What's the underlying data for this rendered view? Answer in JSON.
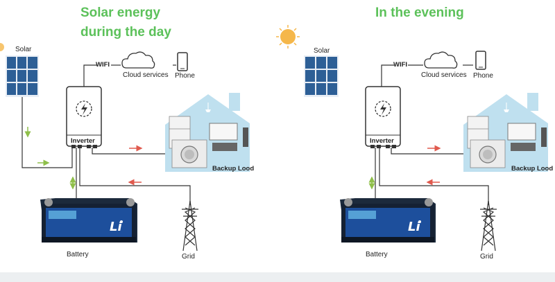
{
  "colors": {
    "title_green": "#5cc15a",
    "solar_blue": "#2d5f96",
    "house_blue": "#bfe0ef",
    "arrow_red": "#e05a4e",
    "arrow_green": "#8fbf4a",
    "wire": "#333333",
    "sun": "#f5b74a"
  },
  "panels": [
    {
      "title_line1": "Solar energy",
      "title_line2": "during the day",
      "solar_label": "Solar",
      "wifi_label": "WIFI",
      "cloud_label": "Cloud services",
      "phone_label": "Phone",
      "inverter_label": "Inverter",
      "load_label": "Backup Lood",
      "battery_label": "Battery",
      "grid_label": "Grid"
    },
    {
      "title_line1": "In the evening",
      "solar_label": "Solar",
      "wifi_label": "WIFI",
      "cloud_label": "Cloud services",
      "phone_label": "Phone",
      "inverter_label": "Inverter",
      "load_label": "Backup Lood",
      "battery_label": "Battery",
      "grid_label": "Grid"
    }
  ],
  "icons": [
    "sun-icon",
    "solar-panel-icon",
    "cloud-icon",
    "phone-icon",
    "inverter-icon",
    "house-icon",
    "battery-icon",
    "pylon-icon",
    "flow-arrow-icon"
  ]
}
